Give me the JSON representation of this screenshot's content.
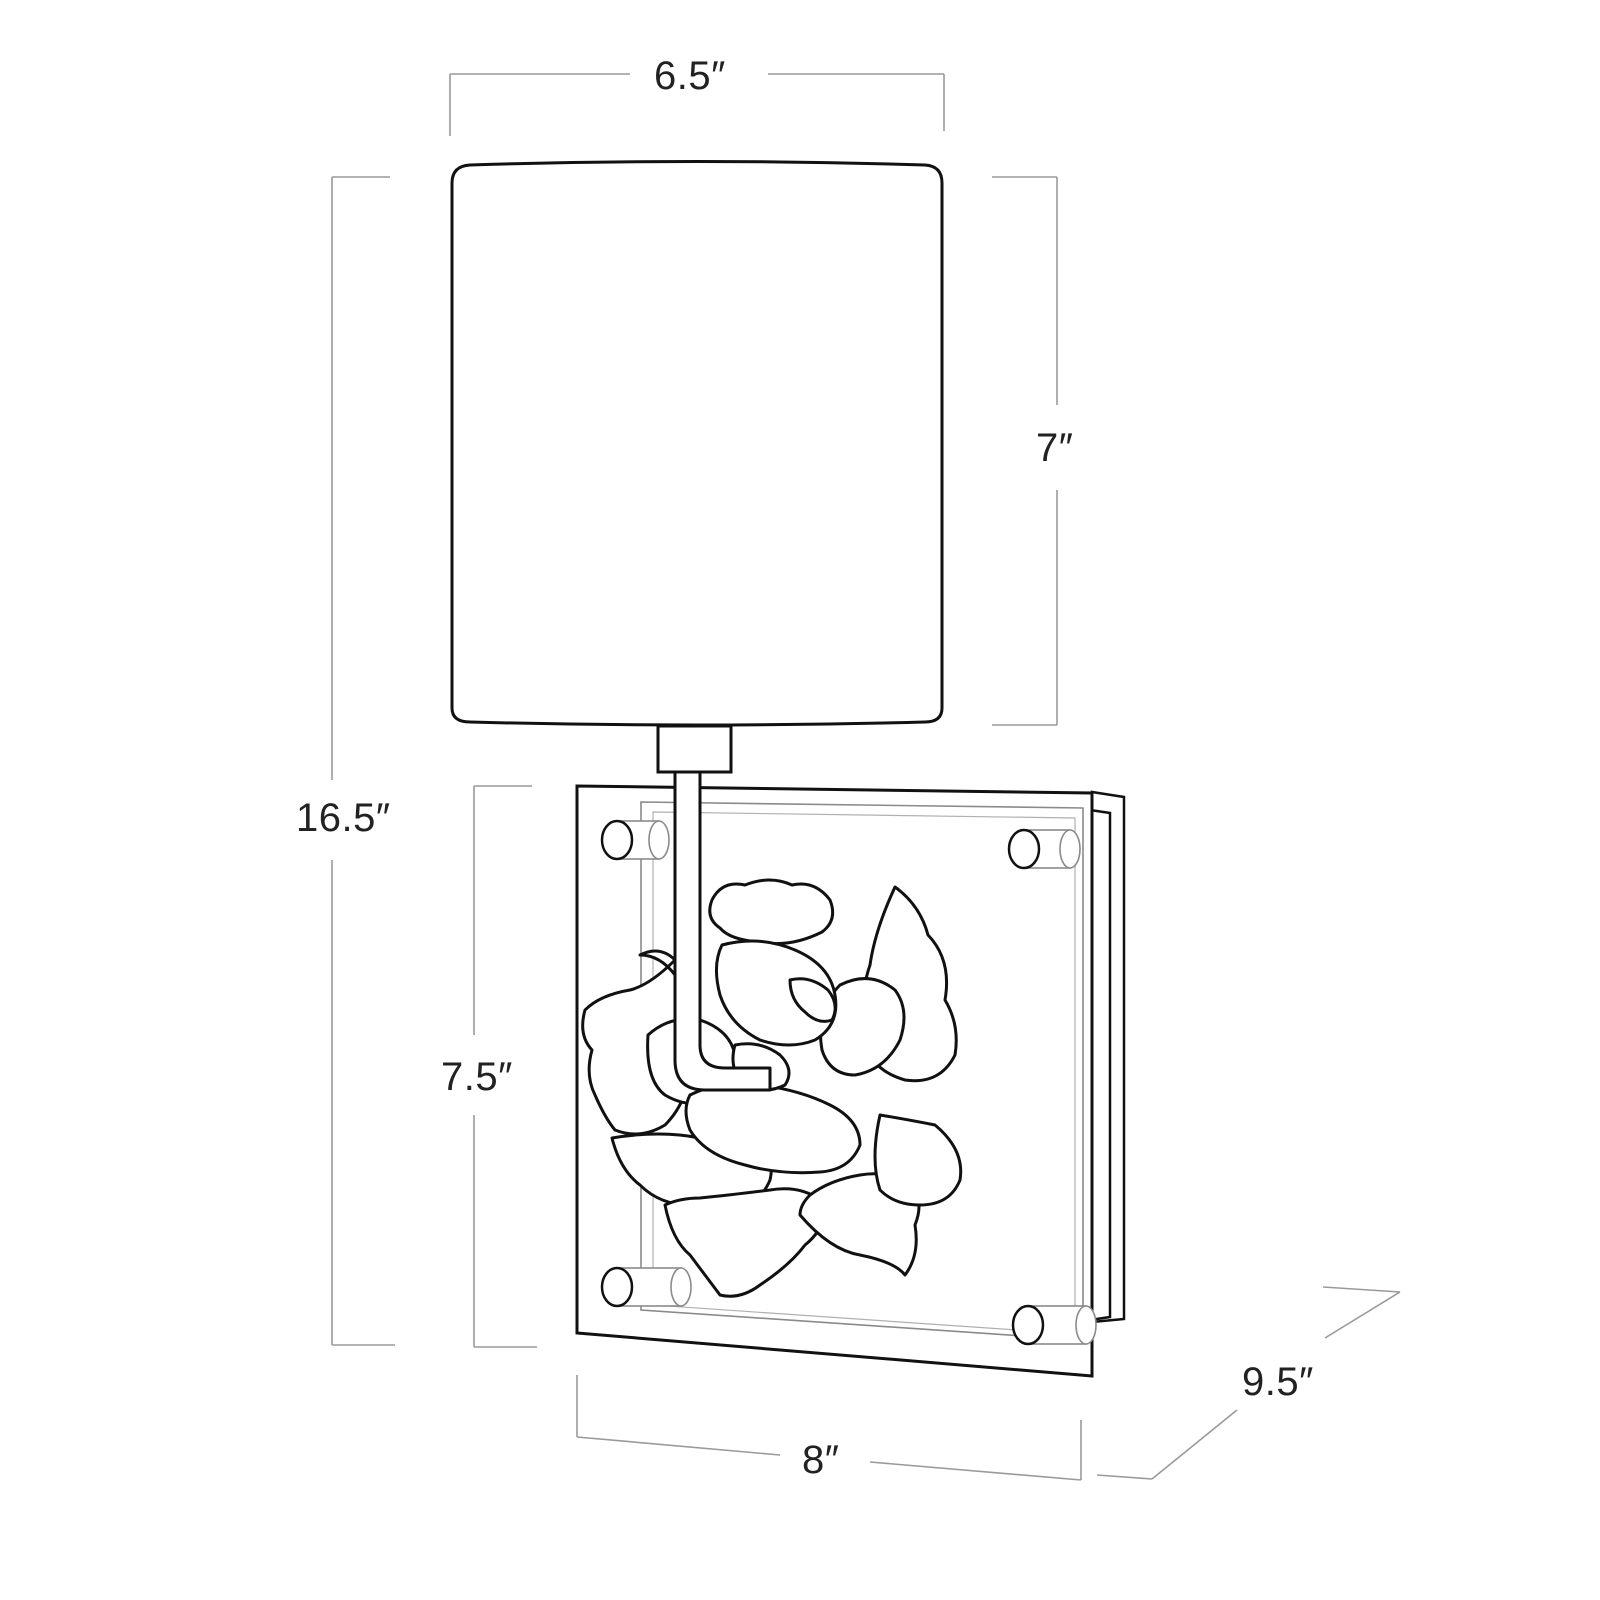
{
  "dimensions": {
    "shade_width": "6.5″",
    "shade_height": "7″",
    "overall_height": "16.5″",
    "backplate_height": "7.5″",
    "backplate_width": "8″",
    "depth": "9.5″"
  },
  "colors": {
    "outline": "#111111",
    "dimension_line": "#9a9a9a",
    "acrylic_edge": "#8a8a8a",
    "background": "#ffffff"
  }
}
